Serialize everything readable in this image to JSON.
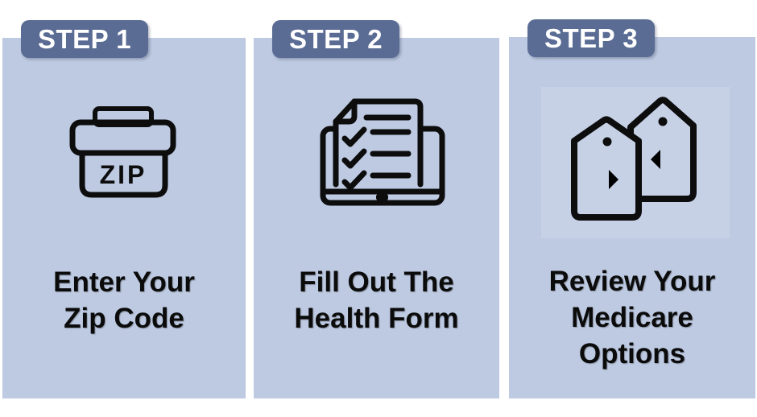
{
  "colors": {
    "page_bg": "#ffffff",
    "card_bg": "#bdcae2",
    "badge_bg": "#5a6c94",
    "badge_text": "#ffffff",
    "title_color": "#0b0b0b",
    "icon_stroke": "#0d0d0d",
    "icon3_bg": "#c6d1e6"
  },
  "steps": [
    {
      "badge": "STEP 1",
      "title_lines": [
        "Enter Your",
        "Zip Code"
      ],
      "icon": "zip-box-icon",
      "icon_text": "ZIP"
    },
    {
      "badge": "STEP 2",
      "title_lines": [
        "Fill Out The",
        "Health Form"
      ],
      "icon": "health-form-checklist-monitor-icon"
    },
    {
      "badge": "STEP 3",
      "title_lines": [
        "Review Your",
        "Medicare",
        "Options"
      ],
      "icon": "compare-tags-icon"
    }
  ]
}
